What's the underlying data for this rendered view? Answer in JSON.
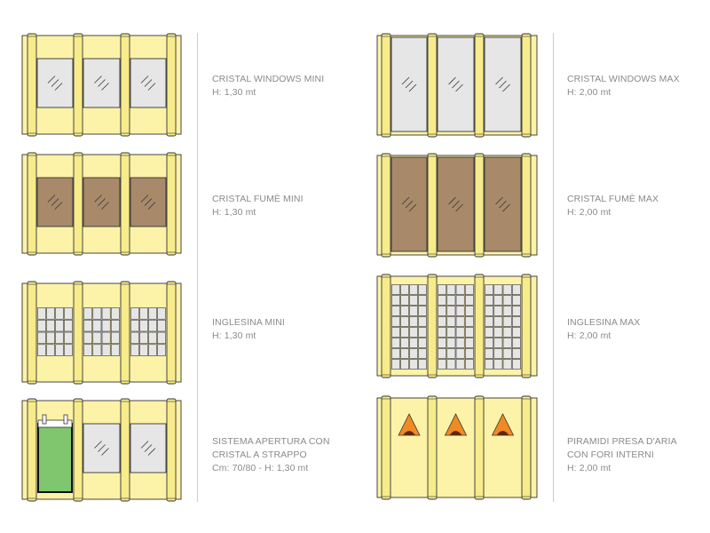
{
  "palette": {
    "frame_fill": "#fcf3a8",
    "frame_stroke": "#333333",
    "pole_fill": "#f7eb8c",
    "glass_clear": "#e6e6e6",
    "glass_fume": "#a8896a",
    "vent_orange": "#f08a24",
    "vent_dark": "#5a2a10",
    "handle_green": "#7fc66e",
    "divider": "#cccccc",
    "text": "#8a8a8a"
  },
  "items": [
    {
      "key": "cristal-windows-mini",
      "lines": [
        "CRISTAL WINDOWS MINI",
        "H: 1,30 mt"
      ],
      "type": "clear",
      "size": "mini"
    },
    {
      "key": "cristal-windows-max",
      "lines": [
        "CRISTAL WINDOWS MAX",
        "H: 2,00 mt"
      ],
      "type": "clear",
      "size": "max"
    },
    {
      "key": "cristal-fume-mini",
      "lines": [
        "CRISTAL FUMÈ MINI",
        "H: 1,30 mt"
      ],
      "type": "fume",
      "size": "mini"
    },
    {
      "key": "cristal-fume-max",
      "lines": [
        "CRISTAL FUMÈ MAX",
        "H: 2,00 mt"
      ],
      "type": "fume",
      "size": "max"
    },
    {
      "key": "inglesina-mini",
      "lines": [
        "INGLESINA MINI",
        "H: 1,30 mt"
      ],
      "type": "grid",
      "size": "mini"
    },
    {
      "key": "inglesina-max",
      "lines": [
        "INGLESINA MAX",
        "H: 2,00 mt"
      ],
      "type": "grid",
      "size": "max"
    },
    {
      "key": "sistema-apertura",
      "lines": [
        "SISTEMA APERTURA CON",
        "CRISTAL A STRAPPO",
        "Cm: 70/80 - H: 1,30 mt"
      ],
      "type": "strappo",
      "size": "mini"
    },
    {
      "key": "piramidi-presa-aria",
      "lines": [
        "PIRAMIDI PRESA D'ARIA",
        "CON FORI INTERNI",
        "H: 2,00 mt"
      ],
      "type": "pyramid",
      "size": "max"
    }
  ]
}
